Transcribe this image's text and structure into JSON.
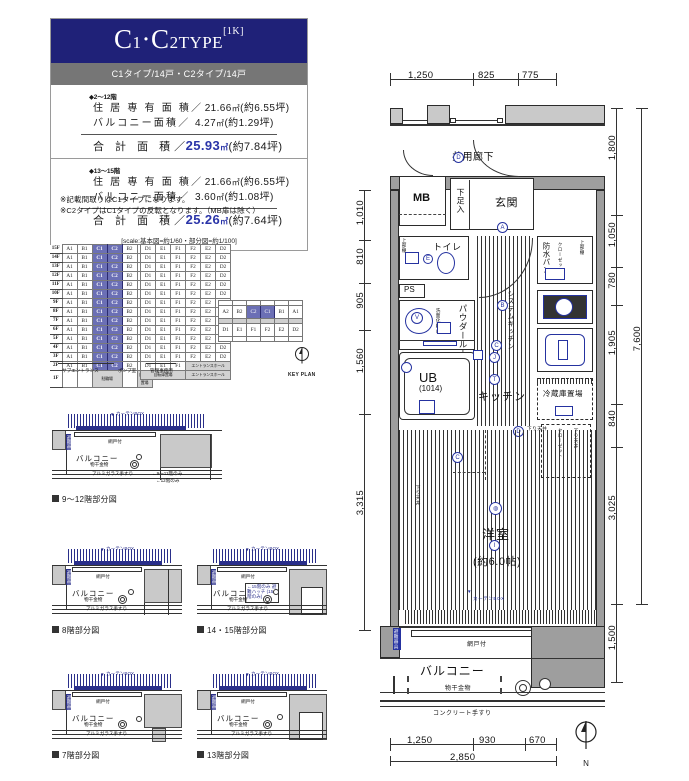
{
  "title": {
    "type_main_1": "C",
    "type_sub_1": "1",
    "type_main_2": "C",
    "type_sub_2": "2",
    "type_word": "TYPE",
    "bracket": "[1K]",
    "subtitle": "C1タイプ/14戸・C2タイプ/14戸"
  },
  "areas": [
    {
      "floors_label": "◆2〜12階",
      "rows": [
        {
          "label": "住 居 専 有 面 積",
          "sep": "／",
          "value": "21.66",
          "unit": "㎡",
          "tsubo": "(約6.55坪)"
        },
        {
          "label": "バルコニー面積",
          "sep": "／",
          "value": "4.27",
          "unit": "㎡",
          "tsubo": "(約1.29坪)"
        }
      ],
      "total": {
        "label": "合  計  面  積",
        "sep": "／",
        "value": "25.93",
        "unit": "㎡",
        "tsubo": "(約7.84坪)"
      }
    },
    {
      "floors_label": "◆13〜15階",
      "rows": [
        {
          "label": "住 居 専 有 面 積",
          "sep": "／",
          "value": "21.66",
          "unit": "㎡",
          "tsubo": "(約6.55坪)"
        },
        {
          "label": "バルコニー面積",
          "sep": "／",
          "value": "3.60",
          "unit": "㎡",
          "tsubo": "(約1.08坪)"
        }
      ],
      "total": {
        "label": "合  計  面  積",
        "sep": "／",
        "value": "25.26",
        "unit": "㎡",
        "tsubo": "(約7.64坪)"
      }
    }
  ],
  "scale_note": "[scale:基本図=約1/60・部分図=約1/100]",
  "notes": [
    "※記載間取りはC1タイプになります。",
    "※C2タイプはC1タイプの反転となります。（MB扉は除く）"
  ],
  "stack_plan": {
    "floors": [
      "15F",
      "14F",
      "13F",
      "12F",
      "11F",
      "10F",
      "9F",
      "8F",
      "7F",
      "6F",
      "5F",
      "4F",
      "3F",
      "2F",
      "1F"
    ],
    "left_columns": [
      "A1",
      "B1",
      "C1",
      "C2",
      "B2",
      "A2"
    ],
    "right_columns": [
      "D1",
      "E1",
      "F1",
      "F2",
      "E2",
      "D2"
    ],
    "selected_columns": [
      "C1",
      "C2"
    ],
    "ground_left": [
      "駐輪場",
      "自転車置場"
    ],
    "ground_right": [
      "自転車置場",
      "エントランスホール"
    ],
    "callouts": [
      "サブエントランス",
      "ポンプ室",
      "管理事務所"
    ]
  },
  "key_plan": {
    "label": "KEY PLAN",
    "top_row": [
      "A2",
      "B2",
      "C2",
      "C1",
      "B1",
      "A1"
    ],
    "bottom_row": [
      "D1",
      "E1",
      "F1",
      "F2",
      "E2",
      "D2"
    ],
    "selected": [
      "C2",
      "C1"
    ]
  },
  "sections": [
    {
      "caption": "9〜12階部分図",
      "balcony": "バルコニー",
      "screen": "網戸付",
      "dry": "物干金物",
      "rail": "アルミガラス手すり",
      "note_a": "←9〜11階のみ",
      "note_b": "←12階のみ",
      "curtain": "カーテンBOX",
      "side": "避難器具",
      "hasInner": false
    },
    {
      "caption": "8階部分図",
      "balcony": "バルコニー",
      "screen": "網戸付",
      "dry": "物干金物",
      "rail": "アルミガラス手すり",
      "curtain": "カーテンBOX",
      "side": "避難器具",
      "hasInner": false
    },
    {
      "caption": "14・15階部分図",
      "balcony": "バルコニー",
      "screen": "網戸付",
      "dry": "物干金物",
      "rail": "アルミガラス手すり",
      "curtain": "カーテンBOX",
      "side": "避難器具",
      "hasInner": true,
      "inner": "←15階のみ\n避難ハッチ\n(15階のみ)"
    },
    {
      "caption": "7階部分図",
      "balcony": "バルコニー",
      "screen": "網戸付",
      "dry": "物干金物",
      "rail": "アルミガラス手すり",
      "curtain": "カーテンBOX",
      "side": "避難器具",
      "hasInner": false
    },
    {
      "caption": "13階部分図",
      "balcony": "バルコニー",
      "screen": "網戸付",
      "dry": "物干金物",
      "rail": "アルミガラス手すり",
      "curtain": "カーテンBOX",
      "side": "避難器具",
      "hasInner": false
    }
  ],
  "main_plan": {
    "corridor_label": "共用廊下",
    "rooms": {
      "mb": "MB",
      "shoe": "下足入",
      "entrance": "玄関",
      "toilet": "トイレ",
      "ps": "PS",
      "powder": "パウダールーム",
      "ub": "UB",
      "ub_size": "(1014)",
      "kitchen": "キッチン",
      "system_kitchen": "システムキッチン",
      "fridge": "冷蔵庫置場",
      "washer": "防水パン",
      "upper_shelf": "上部棚",
      "upper_cabinet": "上部吊戸棚",
      "makeup": "洗面化粧台",
      "closet": "クローゼット",
      "room": "洋室",
      "room_size": "(約6.0帖)",
      "balcony": "バルコニー",
      "lower_ceiling": "下り天井",
      "curtain_box": "カーテンBOX",
      "screen_door": "網戸付",
      "dryer": "物干金物",
      "concrete_rail": "コンクリート手すり",
      "escape": "避難器具"
    },
    "dims_top": [
      "1,250",
      "825",
      "775"
    ],
    "dims_bottom": [
      "1,250",
      "930",
      "670"
    ],
    "dims_bottom_total": "2,850",
    "dims_left": [
      "1,010",
      "810",
      "905",
      "1,560",
      "3,315"
    ],
    "dims_right": [
      "1,800",
      "1,050",
      "780",
      "1,905",
      "840",
      "3,025",
      "1,500"
    ],
    "dims_right_total": "7,600",
    "compass": "N"
  },
  "colors": {
    "navy": "#1f2178",
    "gray_band": "#767676",
    "accent_blue": "#2a34a8",
    "selected_cell": "#6b6fb5",
    "wall_gray": "#c9c9c9"
  }
}
